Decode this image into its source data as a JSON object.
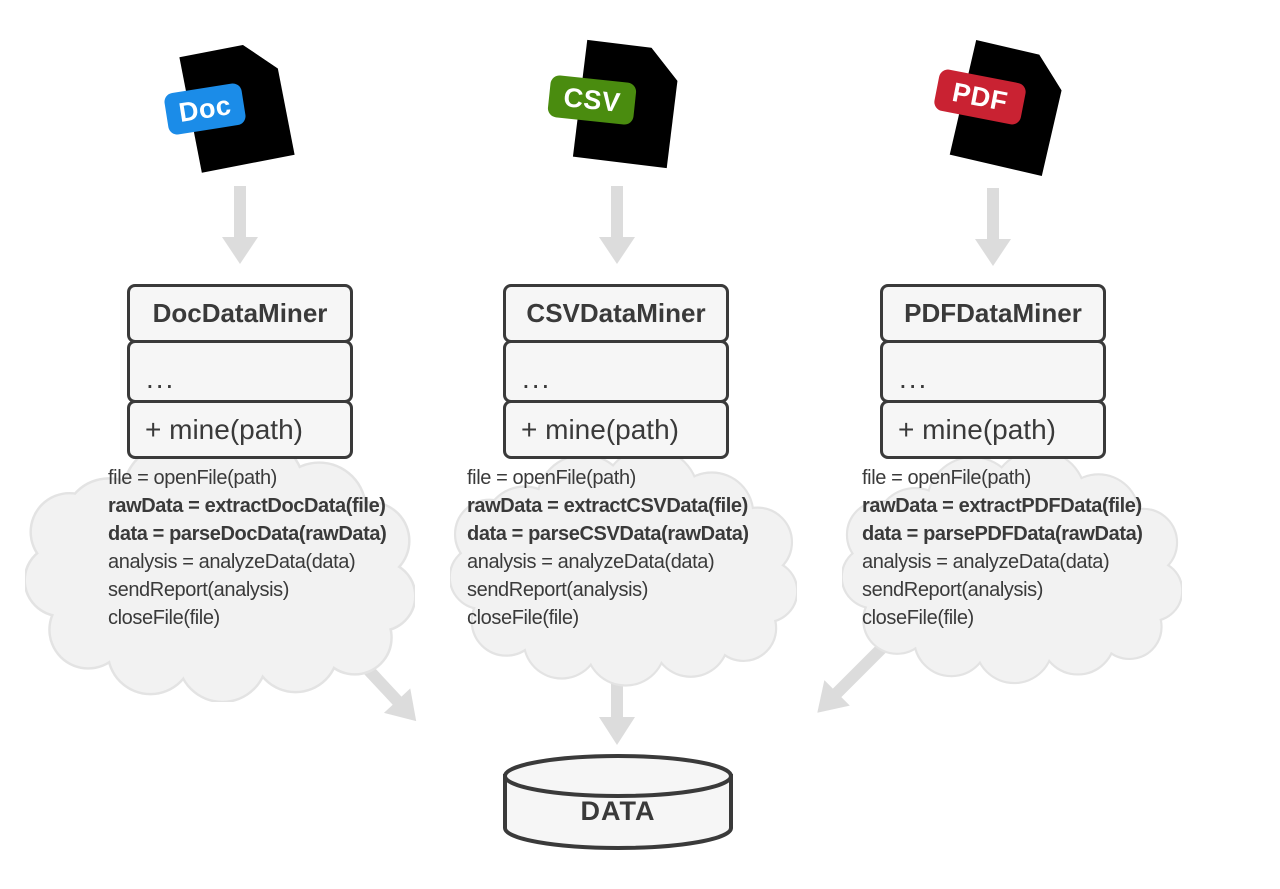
{
  "columns": [
    {
      "file_badge": "Doc",
      "badge_color": "#1b8ce8",
      "class_box": {
        "title": "DocDataMiner",
        "attributes": "...",
        "method": "+ mine(path)"
      },
      "code": [
        {
          "text": "file = openFile(path)",
          "bold": false
        },
        {
          "text": "rawData = extractDocData(file)",
          "bold": true
        },
        {
          "text": "data = parseDocData(rawData)",
          "bold": true
        },
        {
          "text": "analysis = analyzeData(data)",
          "bold": false
        },
        {
          "text": "sendReport(analysis)",
          "bold": false
        },
        {
          "text": "closeFile(file)",
          "bold": false
        }
      ]
    },
    {
      "file_badge": "CSV",
      "badge_color": "#4a8c0f",
      "class_box": {
        "title": "CSVDataMiner",
        "attributes": "...",
        "method": "+ mine(path)"
      },
      "code": [
        {
          "text": "file = openFile(path)",
          "bold": false
        },
        {
          "text": "rawData = extractCSVData(file)",
          "bold": true
        },
        {
          "text": "data = parseCSVData(rawData)",
          "bold": true
        },
        {
          "text": "analysis = analyzeData(data)",
          "bold": false
        },
        {
          "text": "sendReport(analysis)",
          "bold": false
        },
        {
          "text": "closeFile(file)",
          "bold": false
        }
      ]
    },
    {
      "file_badge": "PDF",
      "badge_color": "#c92232",
      "class_box": {
        "title": "PDFDataMiner",
        "attributes": "...",
        "method": "+ mine(path)"
      },
      "code": [
        {
          "text": "file = openFile(path)",
          "bold": false
        },
        {
          "text": "rawData = extractPDFData(file)",
          "bold": true
        },
        {
          "text": "data = parsePDFData(rawData)",
          "bold": true
        },
        {
          "text": "analysis = analyzeData(data)",
          "bold": false
        },
        {
          "text": "sendReport(analysis)",
          "bold": false
        },
        {
          "text": "closeFile(file)",
          "bold": false
        }
      ]
    }
  ],
  "database": {
    "label": "DATA"
  },
  "colors": {
    "badge_doc": "#1b8ce8",
    "badge_csv": "#4a8c0f",
    "badge_pdf": "#c92232",
    "box_border": "#3a3a3a",
    "box_fill": "#f6f6f6",
    "cloud_fill": "#f2f2f2",
    "cloud_stroke": "#e3e3e3",
    "arrow": "#dcdcdc",
    "page_fill": "#ededed",
    "page_stroke": "#c5c5c5",
    "text": "#3a3a3a"
  }
}
